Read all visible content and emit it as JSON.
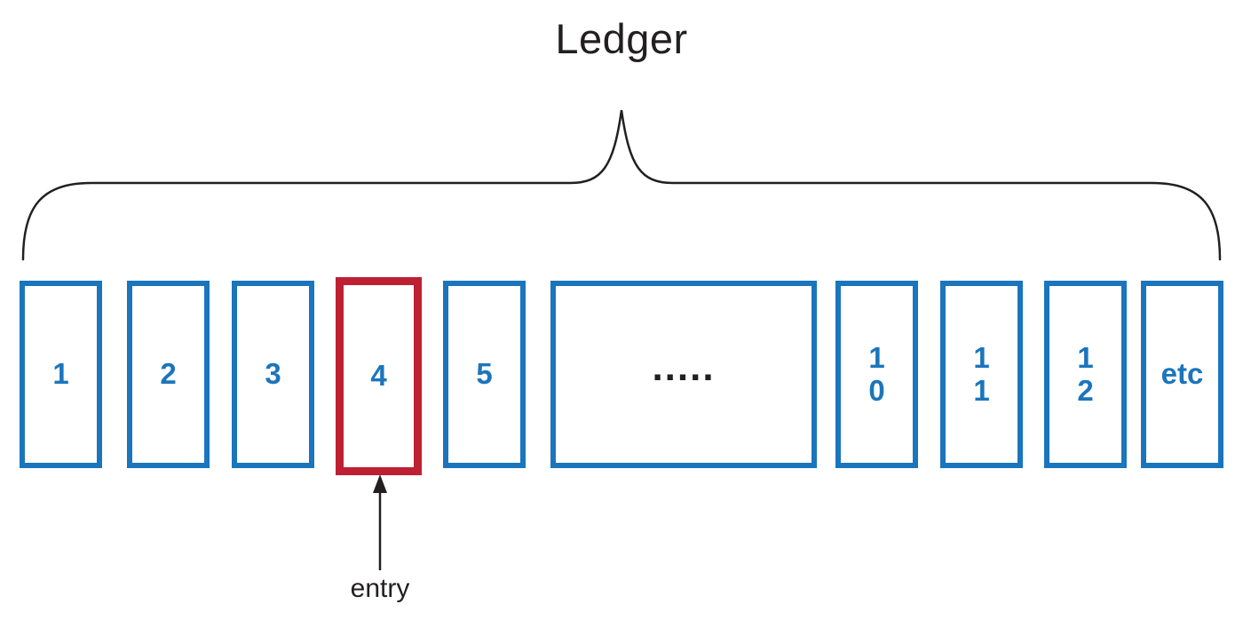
{
  "title": "Ledger",
  "entry_label": "entry",
  "colors": {
    "box_border": "#1b75bc",
    "box_text": "#1b75bc",
    "highlight_border": "#be2033",
    "line_color": "#231f20"
  },
  "boxes": [
    {
      "label": "1",
      "highlighted": false,
      "wide": false
    },
    {
      "label": "2",
      "highlighted": false,
      "wide": false
    },
    {
      "label": "3",
      "highlighted": false,
      "wide": false
    },
    {
      "label": "4",
      "highlighted": true,
      "wide": false
    },
    {
      "label": "5",
      "highlighted": false,
      "wide": false
    },
    {
      "label": ".....",
      "highlighted": false,
      "wide": true
    },
    {
      "label": "1\n0",
      "highlighted": false,
      "wide": false
    },
    {
      "label": "1\n1",
      "highlighted": false,
      "wide": false
    },
    {
      "label": "1\n2",
      "highlighted": false,
      "wide": false
    },
    {
      "label": "etc",
      "highlighted": false,
      "wide": false
    }
  ]
}
